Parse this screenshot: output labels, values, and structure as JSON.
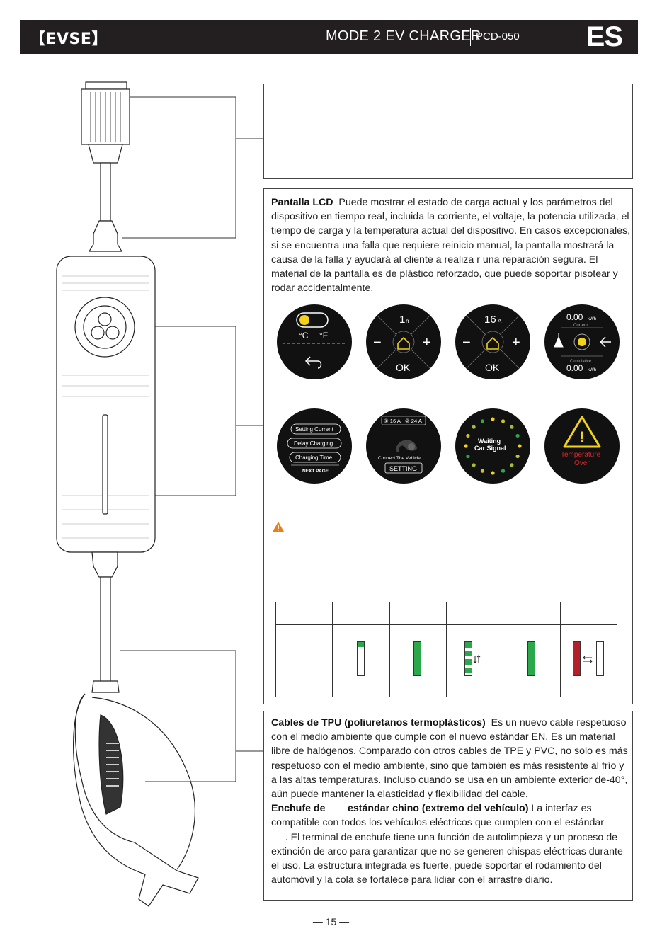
{
  "header": {
    "brand": "【EVSE】",
    "model": "MODE 2 EV CHARGER",
    "code": "PCD-050",
    "lang": "ES"
  },
  "lcd": {
    "title": "Pantalla LCD",
    "body": "Puede mostrar el estado de carga actual y los parámetros del dispositivo en tiempo real, incluida la corriente, el voltaje, la potencia utilizada, el tiempo de carga y la temperatura actual del dispositivo. En casos excepcionales, si se encuentra una falla que requiere reinicio manual, la pantalla mostrará la causa de la falla y ayudará al cliente a realiza r una reparación segura. El material de la pantalla es de plástico reforzado, que puede soportar pisotear y rodar accidentalmente."
  },
  "screens": {
    "s1": {
      "c": "°C",
      "f": "°F"
    },
    "s2": {
      "value": "1",
      "unit": "h",
      "minus": "−",
      "plus": "+",
      "ok": "OK"
    },
    "s3": {
      "value": "16",
      "unit": "A",
      "minus": "−",
      "plus": "+",
      "ok": "OK"
    },
    "s4": {
      "top_value": "0.00",
      "top_unit": "kWh",
      "top_label": "Current",
      "bottom_label": "Cumulative",
      "bottom_value": "0.00",
      "bottom_unit": "kWh"
    },
    "s5": {
      "items": [
        "Setting Current",
        "Delay Charging",
        "Charging Time"
      ],
      "next": "NEXT PAGE"
    },
    "s6": {
      "opt1": "① 16 A",
      "opt2": "② 24 A",
      "connect": "Connect The Vehicle",
      "setting": "SETTING"
    },
    "s7": {
      "line1": "Waiting",
      "line2": "Car Signal"
    },
    "s8": {
      "line1": "Temperature",
      "line2": "Over"
    }
  },
  "colors": {
    "yellow": "#f2d21b",
    "green": "#2aa84a",
    "red": "#b3202a",
    "warn": "#e8801a"
  },
  "led_states": [
    "white-green-top",
    "green",
    "green-segmented-arrows",
    "green",
    "red-white-arrows"
  ],
  "tpu": {
    "title": "Cables de TPU (poliuretanos termoplásticos)",
    "body": "Es un nuevo cable respetuoso con el medio ambiente que cumple con el nuevo estándar EN. Es un material libre de halógenos. Comparado con otros cables de TPE y PVC, no solo es más respetuoso con el medio ambiente, sino que también es más resistente al frío y a las altas temperaturas. Incluso cuando se usa en un ambiente exterior de-40°, aún puede mantener la elasticidad y flexibilidad del cable."
  },
  "plug": {
    "title_a": "Enchufe de",
    "title_b": "estándar chino (extremo del vehículo)",
    "body_a": "La interfaz es compatible con todos los vehículos eléctricos que cumplen con el estándar",
    "body_b": ". El terminal de enchufe tiene una función de autolimpieza y un proceso de extinción de arco para garantizar que no se generen chispas eléctricas durante el uso. La estructura integrada es fuerte, puede soportar el rodamiento del automóvil y la cola se fortalece para lidiar con el arrastre diario."
  },
  "page_number": "— 15 —"
}
